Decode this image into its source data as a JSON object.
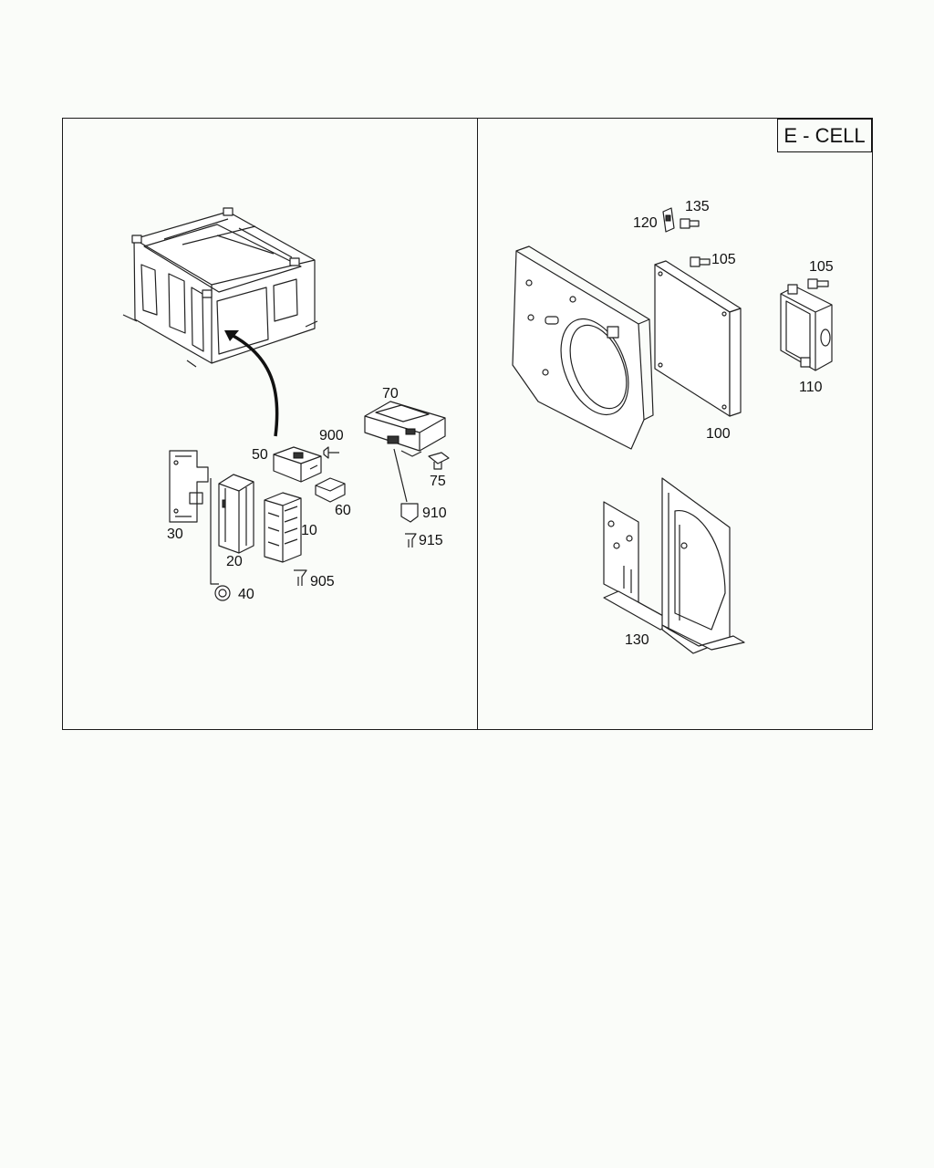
{
  "cell_badge": "E - CELL",
  "callouts": {
    "c10": "10",
    "c20": "20",
    "c30": "30",
    "c40": "40",
    "c50": "50",
    "c60": "60",
    "c70": "70",
    "c75": "75",
    "c900": "900",
    "c905": "905",
    "c910": "910",
    "c915": "915",
    "c100": "100",
    "c105a": "105",
    "c105b": "105",
    "c110": "110",
    "c120": "120",
    "c130": "130",
    "c135": "135"
  }
}
